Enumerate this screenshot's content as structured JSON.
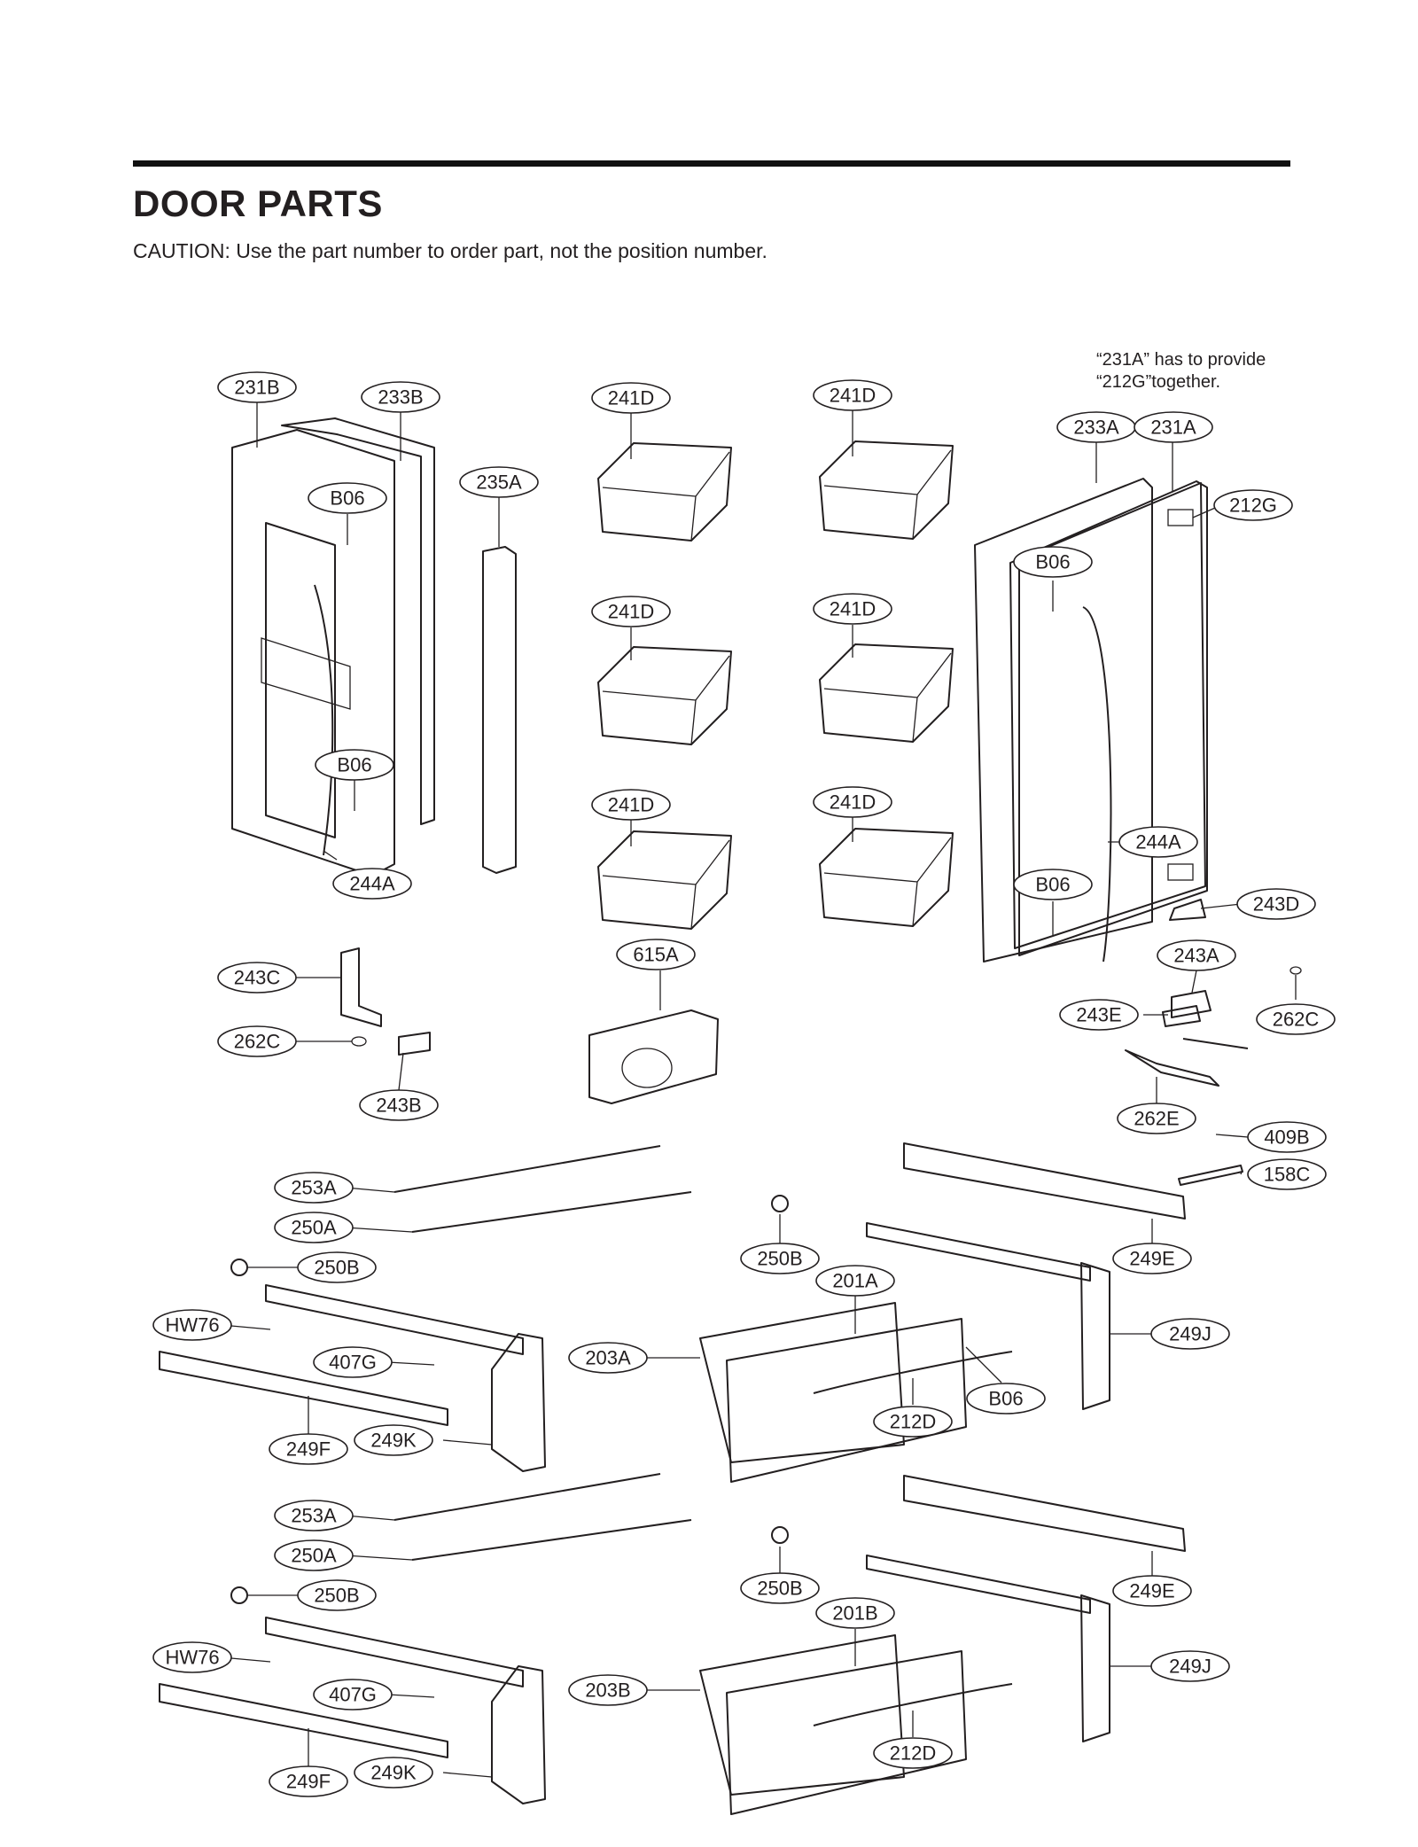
{
  "header": {
    "title": "DOOR PARTS",
    "caution": "CAUTION: Use the part number to order part, not the position number."
  },
  "note": {
    "line1": "“231A” has to provide",
    "line2": "“212G”together."
  },
  "callouts": [
    "231B",
    "233B",
    "B06",
    "235A",
    "B06",
    "244A",
    "241D",
    "241D",
    "241D",
    "241D",
    "241D",
    "241D",
    "615A",
    "233A",
    "231A",
    "212G",
    "B06",
    "244A",
    "B06",
    "243D",
    "243A",
    "243E",
    "262C",
    "262E",
    "243C",
    "262C",
    "243B",
    "409B",
    "158C",
    "253A",
    "250A",
    "250B",
    "HW76",
    "407G",
    "249F",
    "249K",
    "250B",
    "201A",
    "203A",
    "B06",
    "212D",
    "249E",
    "249J",
    "253A",
    "250A",
    "250B",
    "HW76",
    "407G",
    "249F",
    "249K",
    "250B",
    "201B",
    "203B",
    "212D",
    "249E",
    "249J"
  ]
}
